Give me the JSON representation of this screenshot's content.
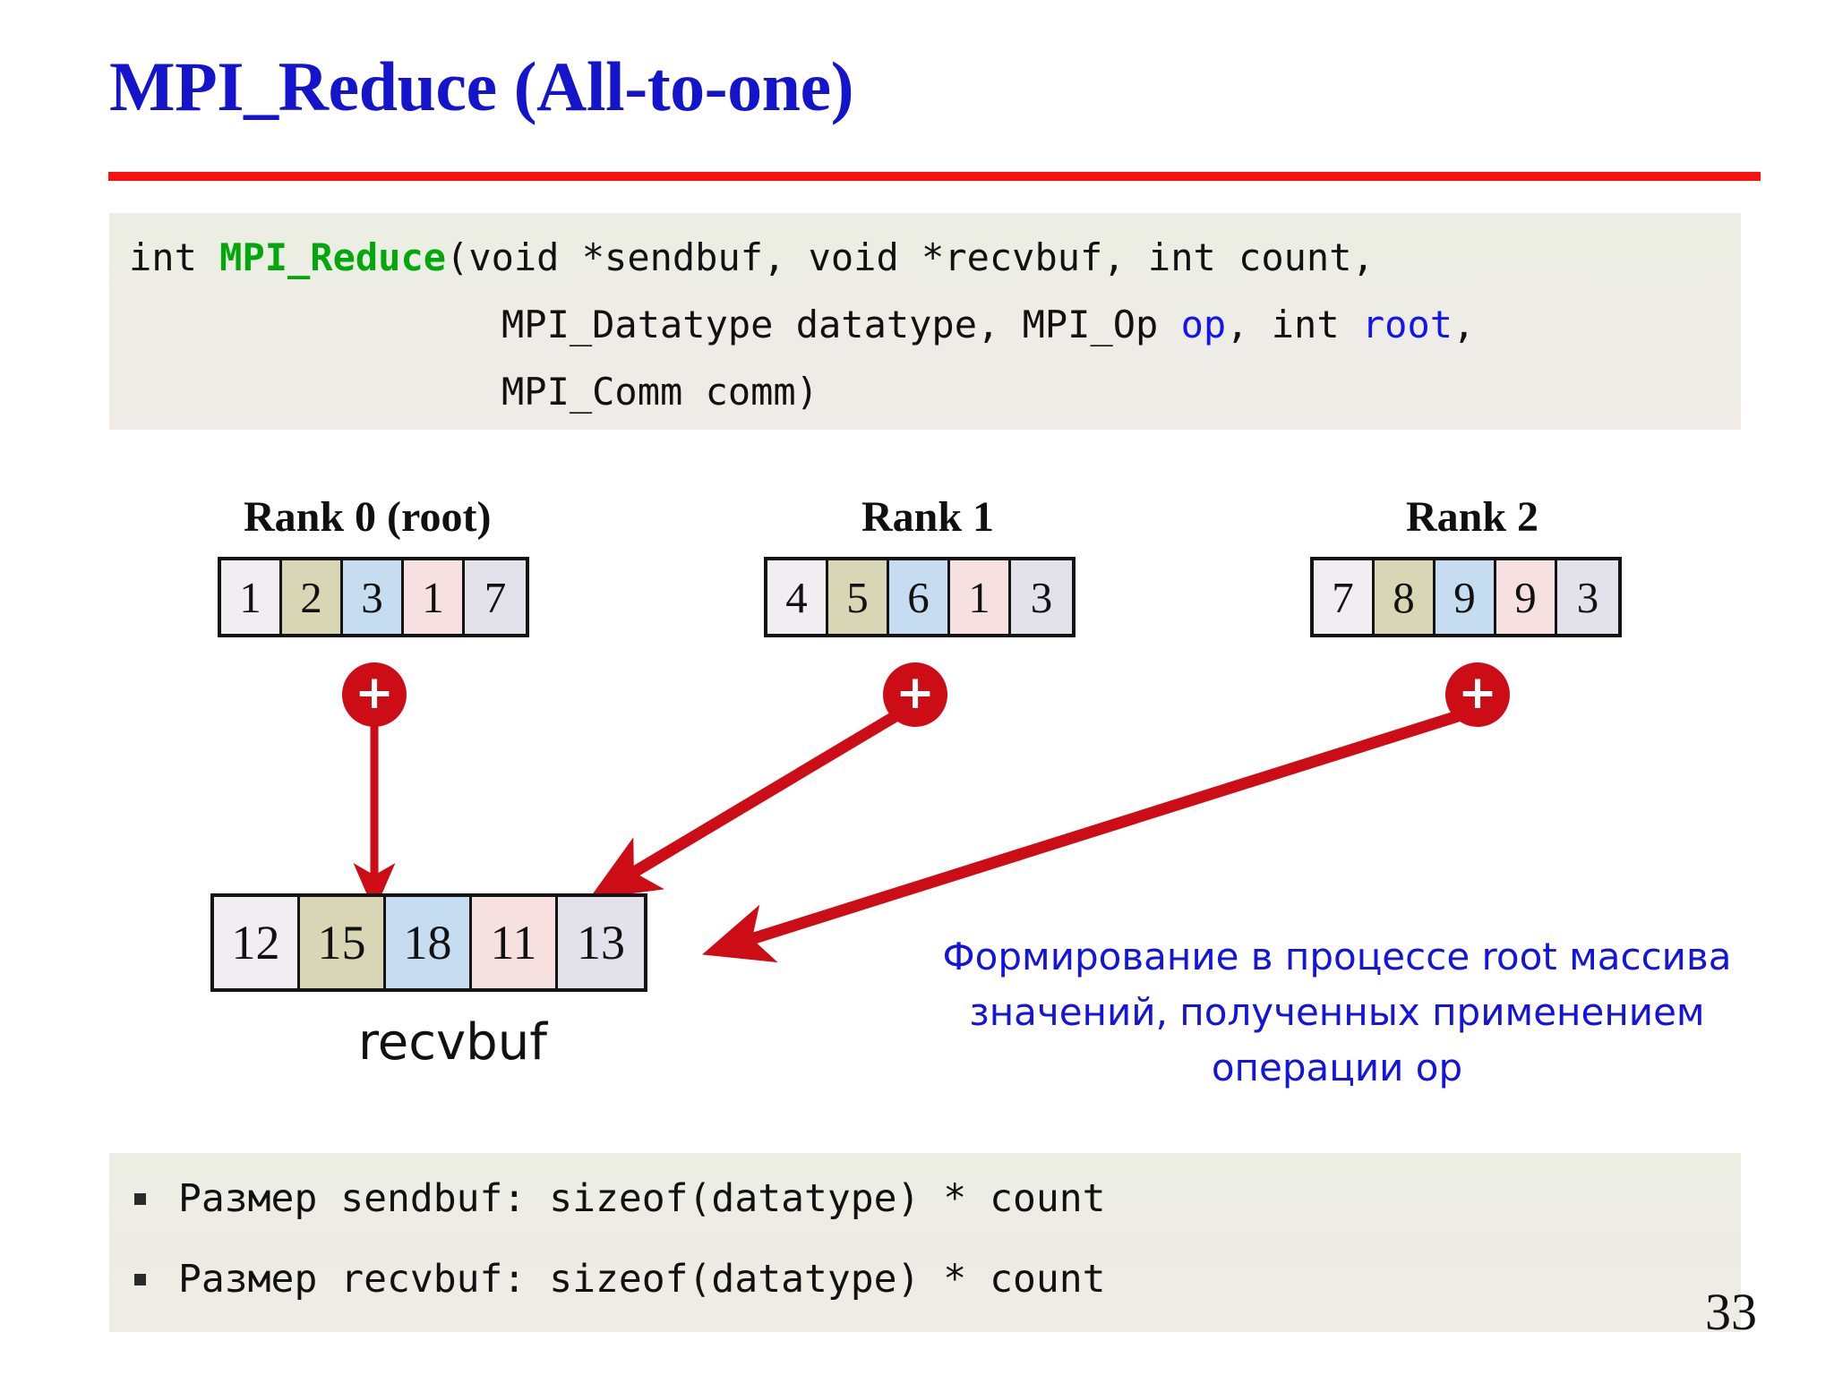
{
  "slide": {
    "title": "MPI_Reduce (All-to-one)",
    "page_number": "33",
    "accent_rule_color": "#fb0f0f",
    "title_color": "#1414cc"
  },
  "signature": {
    "line1_pre": "int ",
    "line1_fn": "MPI_Reduce",
    "line1_post": "(void *sendbuf, void *recvbuf, int count,",
    "line2_a": "MPI_Datatype datatype, MPI_Op ",
    "line2_op": "op",
    "line2_b": ", int ",
    "line2_root": "root",
    "line2_c": ",",
    "line3": "MPI_Comm comm)",
    "fn_color": "#00a80b",
    "param_color": "#1414f0",
    "background": "#ecede4"
  },
  "diagram": {
    "plus_symbol": "+",
    "plus_color": "#cc0d15",
    "arrow_color": "#cc0d15",
    "cell_colors": [
      "#f1eef1",
      "#d9d6b5",
      "#c6dcf0",
      "#f6e0e0",
      "#e3e1e9"
    ],
    "ranks": [
      {
        "label": "Rank 0 (root)",
        "values": [
          "1",
          "2",
          "3",
          "1",
          "7"
        ]
      },
      {
        "label": "Rank 1",
        "values": [
          "4",
          "5",
          "6",
          "1",
          "3"
        ]
      },
      {
        "label": "Rank 2",
        "values": [
          "7",
          "8",
          "9",
          "9",
          "3"
        ]
      }
    ],
    "result": {
      "label": "recvbuf",
      "values": [
        "12",
        "15",
        "18",
        "11",
        "13"
      ]
    },
    "note": "Формирование в процессе root массива значений, полученных применением операции op",
    "note_color": "#1414dd"
  },
  "notes": {
    "items": [
      "Размер sendbuf: sizeof(datatype) * count",
      "Размер recvbuf: sizeof(datatype) * count"
    ],
    "background": "#ecede3"
  }
}
